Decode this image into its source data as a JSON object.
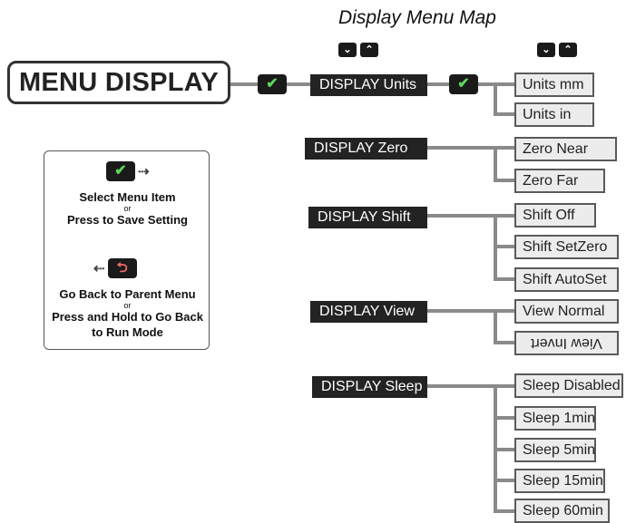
{
  "title": "Display Menu Map",
  "root": {
    "label": "MENU DISPLAY"
  },
  "buttons": {
    "down": "⌄",
    "up": "⌃",
    "check": "✔",
    "back": "⮌"
  },
  "menus": [
    {
      "label": "DISPLAY Units",
      "options": [
        "Units mm",
        "Units in"
      ]
    },
    {
      "label": "DISPLAY Zero",
      "options": [
        "Zero Near",
        "Zero Far"
      ]
    },
    {
      "label": "DISPLAY Shift",
      "options": [
        "Shift Off",
        "Shift SetZero",
        "Shift AutoSet"
      ]
    },
    {
      "label": "DISPLAY View",
      "options": [
        "View Normal",
        "View Invert"
      ]
    },
    {
      "label": "DISPLAY Sleep",
      "options": [
        "Sleep Disabled",
        "Sleep 1min",
        "Sleep 5min",
        "Sleep 15min",
        "Sleep 60min"
      ]
    }
  ],
  "legend": {
    "select_line1": "Select Menu Item",
    "or1": "or",
    "select_line2": "Press to Save Setting",
    "back_line1": "Go Back to Parent Menu",
    "or2": "or",
    "back_line2": "Press and Hold to Go Back",
    "back_line3": "to Run Mode"
  },
  "colors": {
    "menu_box": "#232323",
    "option_box": "#ececec",
    "connector": "#8a8a8a",
    "check": "#5fd35f",
    "back": "#ff6b6b"
  }
}
